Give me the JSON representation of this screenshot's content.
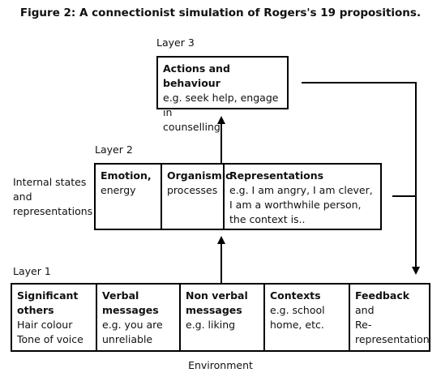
{
  "title": "Figure 2: A connectionist simulation of Rogers's 19 propositions.",
  "layer3": {
    "label": "Layer 3",
    "box": {
      "title": "Actions and behaviour",
      "lines": [
        "e.g. seek help, engage in",
        "counselling"
      ]
    }
  },
  "layer2": {
    "label": "Layer 2",
    "side_label": [
      "Internal states",
      "and",
      "representations"
    ],
    "cells": [
      {
        "title": "Emotion,",
        "lines": [
          "energy"
        ]
      },
      {
        "title": "Organismic",
        "lines": [
          "processes"
        ]
      },
      {
        "title": "Representations",
        "lines": [
          "e.g. I am angry, I am clever,",
          "I am a worthwhile person,",
          "the context is.."
        ]
      }
    ]
  },
  "layer1": {
    "label": "Layer 1",
    "cells": [
      {
        "title": [
          "Significant",
          "others"
        ],
        "lines": [
          "Hair colour",
          "Tone of voice"
        ]
      },
      {
        "title": [
          "Verbal",
          "messages"
        ],
        "lines": [
          "e.g. you are",
          "unreliable"
        ]
      },
      {
        "title": [
          "Non verbal",
          "messages"
        ],
        "lines": [
          "e.g. liking"
        ]
      },
      {
        "title": [
          "Contexts"
        ],
        "lines": [
          "e.g. school",
          "home, etc."
        ]
      },
      {
        "title": [
          "Feedback"
        ],
        "title_suffix": " and",
        "lines": [
          "Re-",
          "representation"
        ]
      }
    ],
    "bottom_label": "Environment"
  }
}
